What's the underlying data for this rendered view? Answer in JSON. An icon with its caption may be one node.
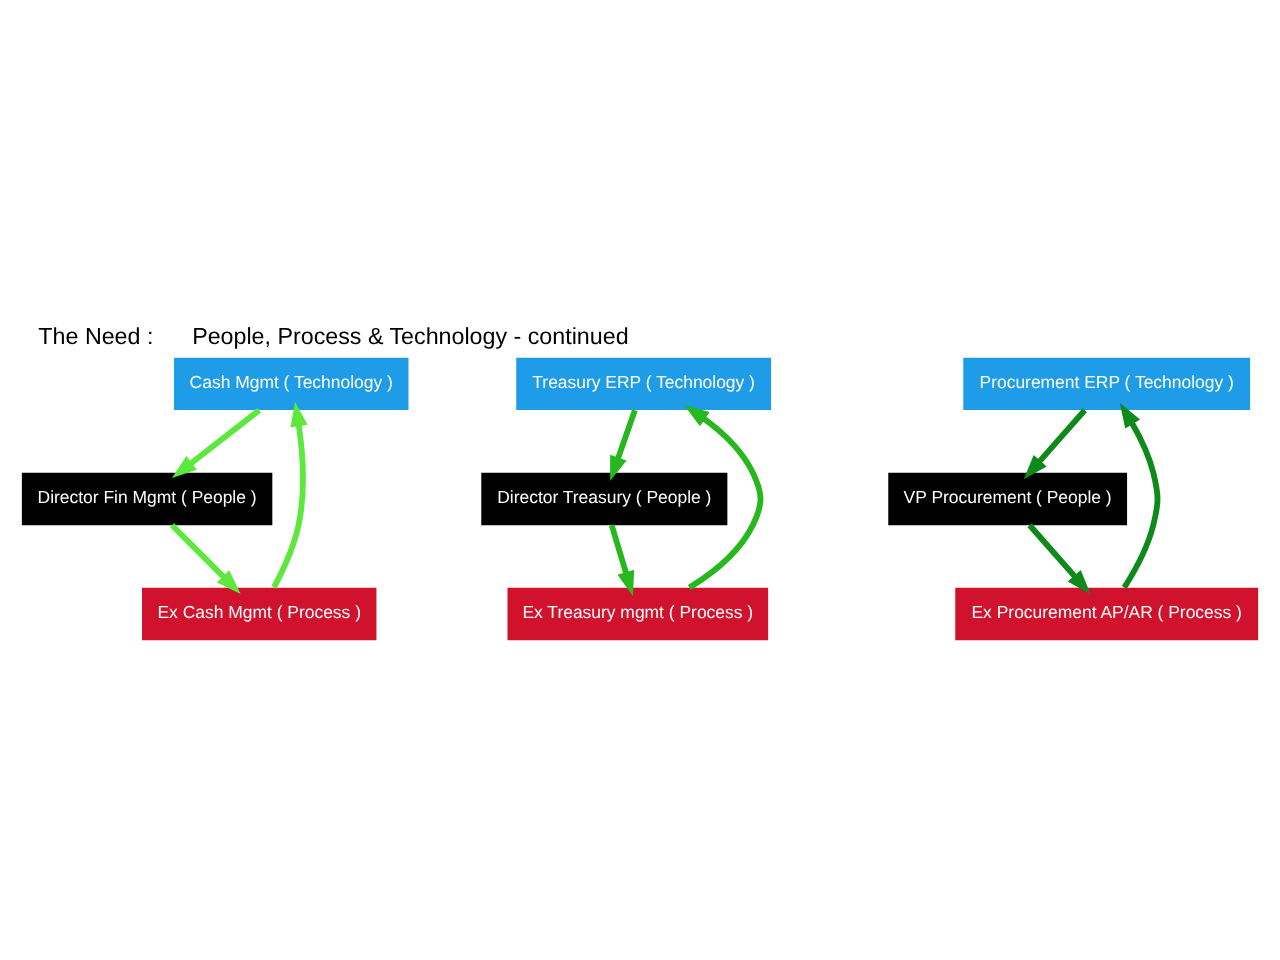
{
  "diagram": {
    "title": "The Need :      People, Process & Technology - continued",
    "nodes": [
      {
        "text": [
          "Cash Mgmt ( Technology )"
        ]
      },
      {
        "text": [
          "Director Fin Mgmt ( People )"
        ]
      },
      {
        "text": [
          "Ex Cash Mgmt ( Process )"
        ]
      },
      {
        "text": [
          "Treasury ERP ( Technology )"
        ]
      },
      {
        "text": [
          "Director Treasury ( People )"
        ]
      },
      {
        "text": [
          "Ex Treasury mgmt ( Process )"
        ]
      },
      {
        "text": [
          "Procurement ERP ( Technology )"
        ]
      },
      {
        "text": [
          "VP Procurement ( People )"
        ]
      },
      {
        "text": [
          "Ex Procurement AP/AR ( Process )"
        ]
      }
    ],
    "edges": [
      {
        "from": 0,
        "to": 1,
        "arrow": "to",
        "color": "#5ce83c"
      },
      {
        "from": 1,
        "to": 2,
        "arrow": "to",
        "color": "#5ce83c"
      },
      {
        "from": 2,
        "to": 0,
        "arrow": "to",
        "color": "#5ce83c"
      },
      {
        "from": 3,
        "to": 4,
        "arrow": "to",
        "color": "#26b81c"
      },
      {
        "from": 4,
        "to": 5,
        "arrow": "to",
        "color": "#26b81c"
      },
      {
        "from": 5,
        "to": 3,
        "arrow": "to",
        "color": "#26b81c"
      },
      {
        "from": 6,
        "to": 7,
        "arrow": "to",
        "color": "#0e8a1a"
      },
      {
        "from": 7,
        "to": 8,
        "arrow": "to",
        "color": "#0e8a1a"
      },
      {
        "from": 8,
        "to": 6,
        "arrow": "to",
        "color": "#0e8a1a"
      }
    ]
  }
}
